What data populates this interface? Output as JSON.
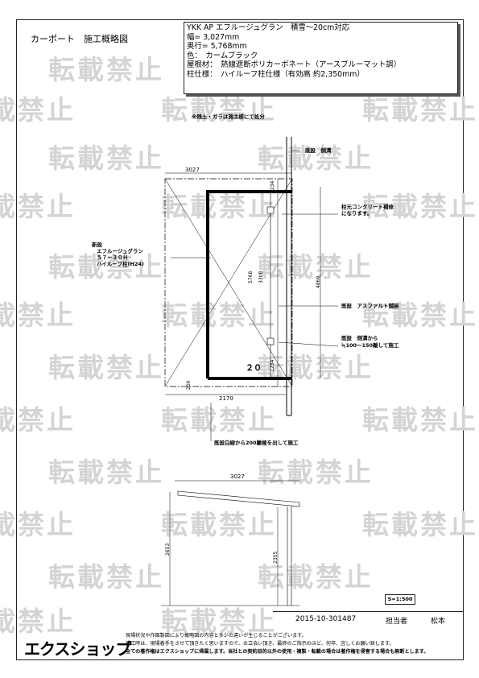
{
  "title": "カーポート　施工概略図",
  "spec": {
    "line1": "YKK AP エフルージュグラン　積雪〜20cm対応",
    "line2": "幅= 3,027mm",
    "line3": "奥行= 5,768mm",
    "line4": "色：　カームブラック",
    "line5": "屋根材：　熱線遮断ポリカーボネート（アースブルーマット調）",
    "line6": "柱仕様：　ハイルーフ柱仕様（有効高 約2,350mm）"
  },
  "notes": {
    "disposal": "※残土・ガラは施主様にて処分",
    "gutter": "既設　側溝",
    "concrete1": "柱元コンクリート補修",
    "concrete2": "になります。",
    "asphalt": "既設　アスファルト舗装",
    "offset1": "既設　側溝から",
    "offset2": "≒100〜150離して施工",
    "newlabel1": "新設",
    "newlabel2": "エフルージュグラン",
    "newlabel3": "５７－３０Ｈ",
    "newlabel4": "ハイルーフ柱(H24)",
    "whiteline": "既設白線から200離極を出して施工"
  },
  "dims": {
    "width_top": "3027",
    "d1234a": "1234",
    "d5768": "5768",
    "d3300": "3300",
    "d1234b": "1234",
    "d4860": "4860",
    "d200": "200",
    "d2170": "2170",
    "mark20": "２０",
    "elev_width": "3027",
    "elev_2653": "2653",
    "elev_2355": "2355"
  },
  "scale": "S=1:500",
  "watermark": "転載禁止",
  "bar": {
    "doc_no": "2015-10-301487",
    "staff_label": "担当者",
    "staff_name": "松本"
  },
  "brand": "エクスショップ",
  "footer": {
    "l1": "現場状況や作図製図により概略図の内容と多少の違いが生じることがございます。",
    "l2": "施工時は、現場着手をさせて頂きたく思いますので、お立会い頂き、最終のご指示のほど、何卒、宜しくお願い致します。",
    "l3": "全ての著作権はエクスショップに帰属します。当社との契約目的以外の使用・複製・転載の場合は著作権を侵害する場合も無断とします。"
  }
}
